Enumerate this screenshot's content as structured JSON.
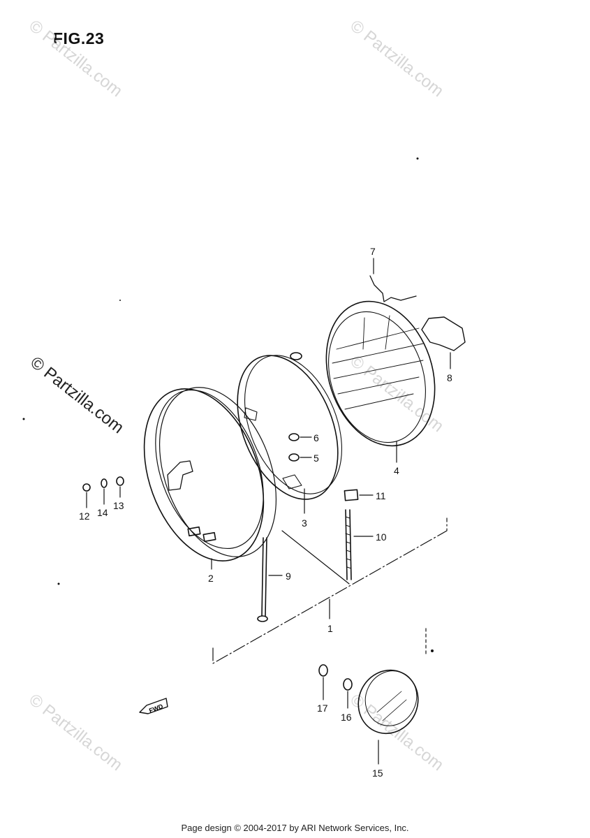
{
  "figure_title": "FIG.23",
  "watermark": "© Partzilla.com",
  "footer": "Page design © 2004-2017 by ARI Network Services, Inc.",
  "fwd_label": "FWD",
  "callouts": [
    "1",
    "2",
    "3",
    "4",
    "5",
    "6",
    "7",
    "8",
    "9",
    "10",
    "11",
    "12",
    "13",
    "14",
    "15",
    "16",
    "17"
  ],
  "colors": {
    "line": "#111111",
    "watermark": "#d6d6d6",
    "background": "#ffffff"
  }
}
